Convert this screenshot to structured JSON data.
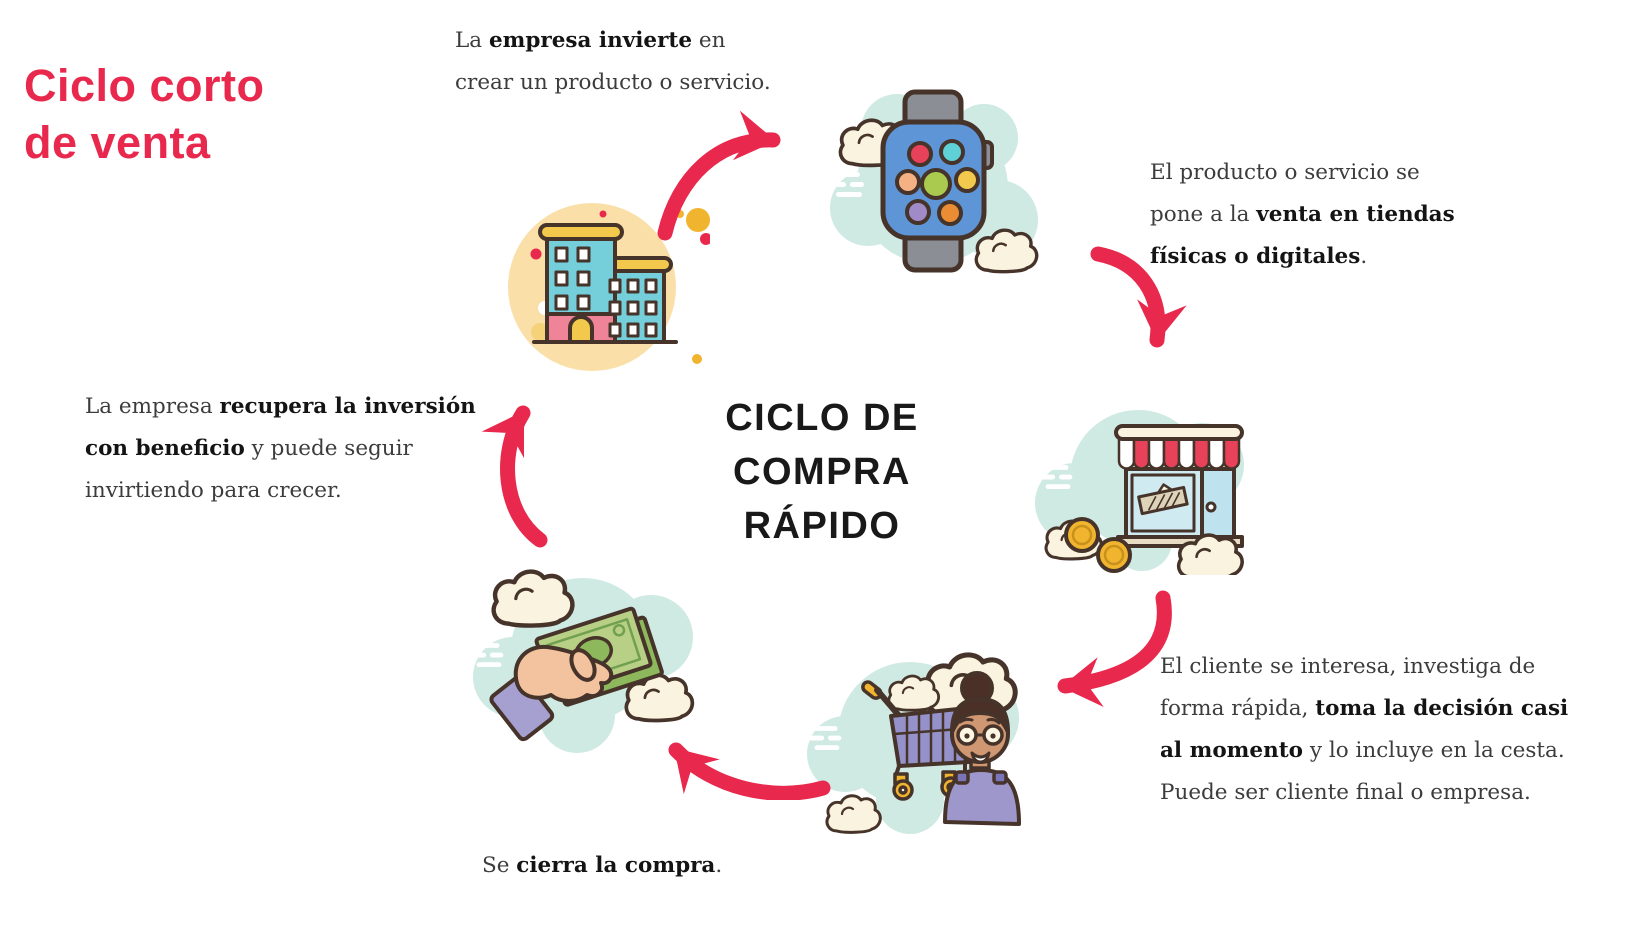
{
  "header": {
    "title_lines": [
      "Ciclo corto",
      "de venta"
    ]
  },
  "center_title": {
    "lines": [
      "CICLO DE",
      "COMPRA",
      "RÁPIDO"
    ]
  },
  "notes": {
    "invest": {
      "pre": "La ",
      "bold": "empresa invierte",
      "post": " en crear un producto o servicio."
    },
    "sale": {
      "pre": "El producto o servicio se pone a la ",
      "bold": "venta en tiendas físicas o digitales",
      "post": "."
    },
    "interest": {
      "pre": "El cliente se interesa, investiga de forma rápida, ",
      "bold": "toma la decisión casi al momento",
      "post": " y lo incluye en la cesta. Puede ser cliente final o empresa."
    },
    "close": {
      "pre": "Se ",
      "bold": "cierra la compra",
      "post": "."
    },
    "recover": {
      "pre": "La empresa ",
      "bold": "recupera la inversión con beneficio",
      "post": " y puede seguir invirtiendo para crecer."
    }
  },
  "icons": {
    "company": "buildings-icon",
    "product": "smartwatch-icon",
    "store": "storefront-icon",
    "customer": "customer-cart-icon",
    "payment": "hand-money-icon",
    "flow": "curved-arrow-icon"
  },
  "colors": {
    "accent_red": "#e8294d",
    "text_dark": "#141414",
    "text_body": "#3c3c3c",
    "teal_cloud": "#cfe9e3",
    "cream": "#faf3df",
    "outline_brown": "#46332a",
    "peach_circle": "#fbdfa8",
    "building_teal": "#74cfda",
    "accent_yellow": "#f2c94c",
    "watch_blue": "#5e95d6",
    "awning_red": "#e8425a",
    "cart_purple": "#9592cb",
    "money_green": "#b8cf86",
    "coin_gold": "#f0b42e",
    "skin": "#f3c29f"
  }
}
